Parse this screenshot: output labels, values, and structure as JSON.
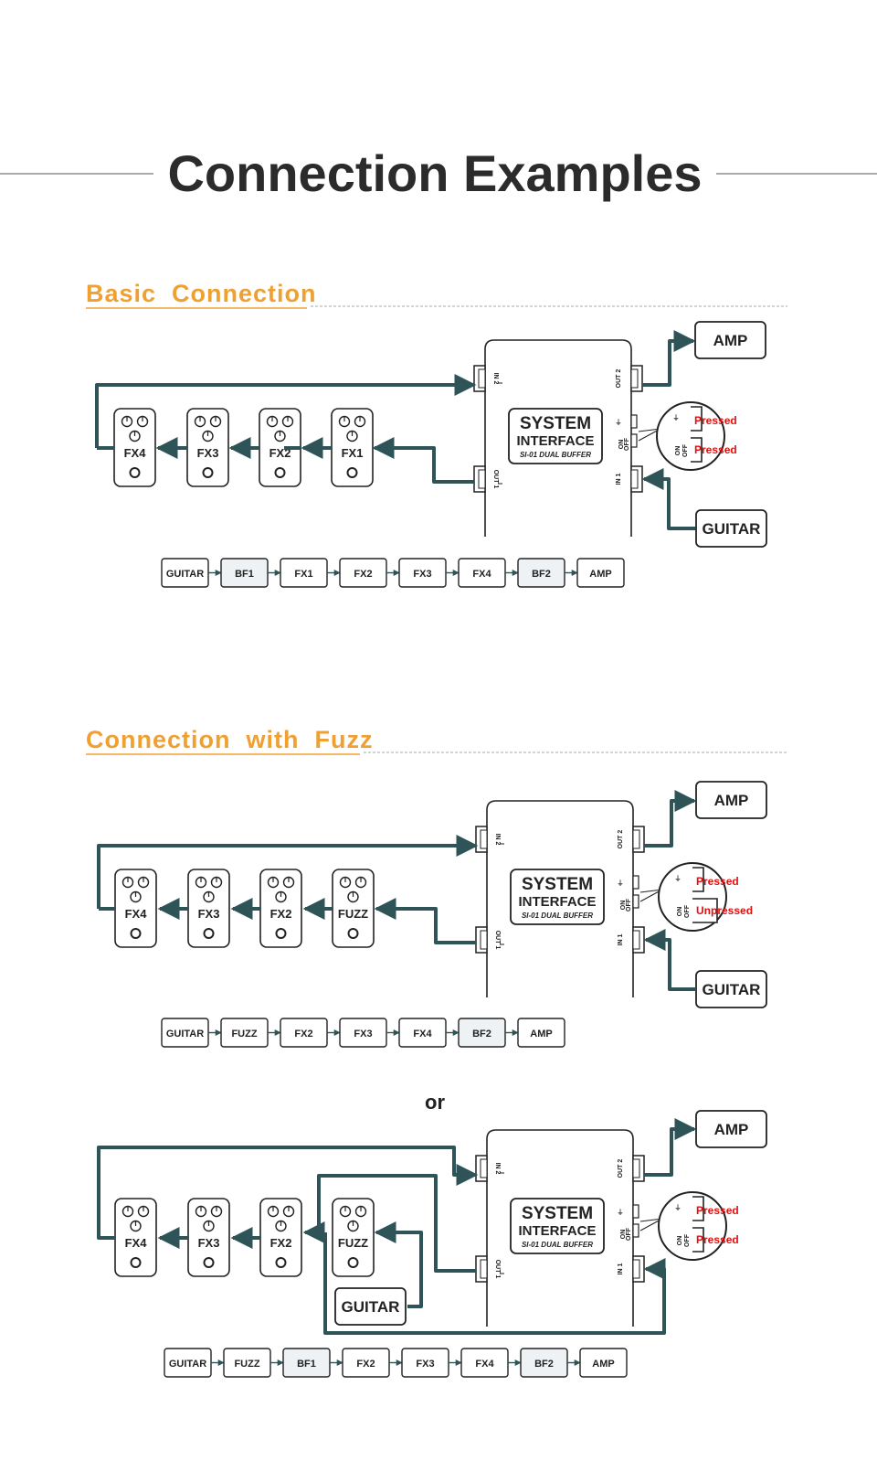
{
  "title": "Connection Examples",
  "sections": [
    {
      "title": "Basic  Connection",
      "amp": "AMP",
      "guitar": "GUITAR",
      "pedals": [
        "FX4",
        "FX3",
        "FX2",
        "FX1"
      ],
      "device": {
        "line1": "SYSTEM",
        "line2": "INTERFACE",
        "line3": "SI-01 DUAL BUFFER",
        "in2": "IN 2",
        "out1": "OUT 1",
        "out2": "OUT 2",
        "in1": "IN 1",
        "on": "ON",
        "off": "OFF"
      },
      "switches": [
        "Pressed",
        "Pressed"
      ],
      "chain": [
        {
          "label": "GUITAR",
          "shaded": false
        },
        {
          "label": "BF1",
          "shaded": true
        },
        {
          "label": "FX1",
          "shaded": false
        },
        {
          "label": "FX2",
          "shaded": false
        },
        {
          "label": "FX3",
          "shaded": false
        },
        {
          "label": "FX4",
          "shaded": false
        },
        {
          "label": "BF2",
          "shaded": true
        },
        {
          "label": "AMP",
          "shaded": false
        }
      ]
    },
    {
      "title": "Connection  with  Fuzz",
      "amp": "AMP",
      "guitar": "GUITAR",
      "pedals": [
        "FX4",
        "FX3",
        "FX2",
        "FUZZ"
      ],
      "device": {
        "line1": "SYSTEM",
        "line2": "INTERFACE",
        "line3": "SI-01 DUAL BUFFER",
        "in2": "IN 2",
        "out1": "OUT 1",
        "out2": "OUT 2",
        "in1": "IN 1",
        "on": "ON",
        "off": "OFF"
      },
      "switches": [
        "Pressed",
        "Unpressed"
      ],
      "chain": [
        {
          "label": "GUITAR",
          "shaded": false
        },
        {
          "label": "FUZZ",
          "shaded": false
        },
        {
          "label": "FX2",
          "shaded": false
        },
        {
          "label": "FX3",
          "shaded": false
        },
        {
          "label": "FX4",
          "shaded": false
        },
        {
          "label": "BF2",
          "shaded": true
        },
        {
          "label": "AMP",
          "shaded": false
        }
      ]
    },
    {
      "title": "",
      "separator": "or",
      "amp": "AMP",
      "guitar": "GUITAR",
      "pedals": [
        "FX4",
        "FX3",
        "FX2",
        "FUZZ"
      ],
      "device": {
        "line1": "SYSTEM",
        "line2": "INTERFACE",
        "line3": "SI-01 DUAL BUFFER",
        "in2": "IN 2",
        "out1": "OUT 1",
        "out2": "OUT 2",
        "in1": "IN 1",
        "on": "ON",
        "off": "OFF"
      },
      "switches": [
        "Pressed",
        "Pressed"
      ],
      "chain": [
        {
          "label": "GUITAR",
          "shaded": false
        },
        {
          "label": "FUZZ",
          "shaded": false
        },
        {
          "label": "BF1",
          "shaded": true
        },
        {
          "label": "FX2",
          "shaded": false
        },
        {
          "label": "FX3",
          "shaded": false
        },
        {
          "label": "FX4",
          "shaded": false
        },
        {
          "label": "BF2",
          "shaded": true
        },
        {
          "label": "AMP",
          "shaded": false
        }
      ]
    }
  ],
  "colors": {
    "cable": "#2e5457",
    "section_title": "#f0a030",
    "pressed": "#e01010",
    "shaded_box": "#eef2f4"
  }
}
